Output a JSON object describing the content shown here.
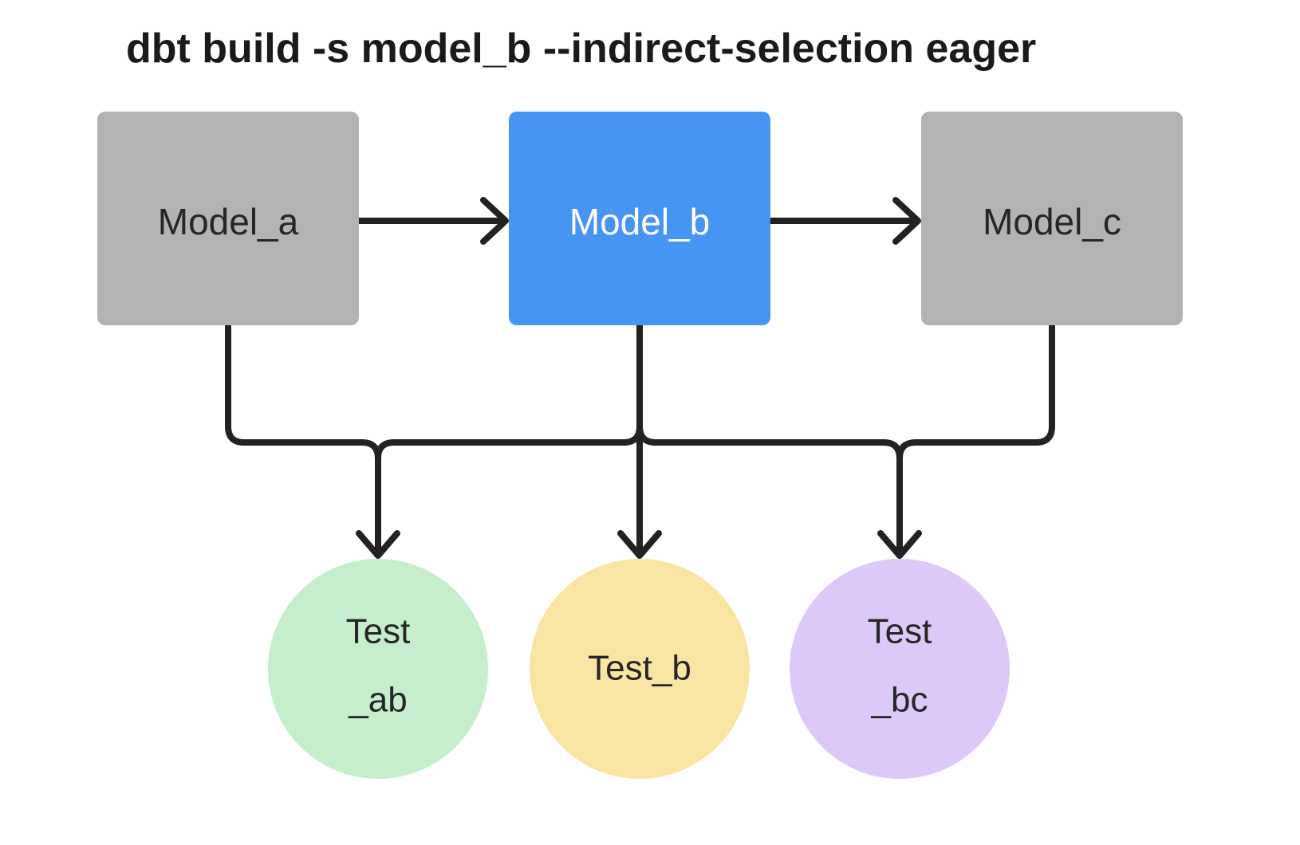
{
  "title": "dbt build -s model_b --indirect-selection eager",
  "nodes": {
    "model_a": {
      "label": "Model_a",
      "type": "model",
      "selected": false
    },
    "model_b": {
      "label": "Model_b",
      "type": "model",
      "selected": true
    },
    "model_c": {
      "label": "Model_c",
      "type": "model",
      "selected": false
    },
    "test_ab": {
      "label": [
        "Test",
        "_ab"
      ],
      "type": "test"
    },
    "test_b": {
      "label": "Test_b",
      "type": "test"
    },
    "test_bc": {
      "label": [
        "Test",
        "_bc"
      ],
      "type": "test"
    }
  },
  "edges": [
    {
      "from": "model_a",
      "to": "model_b"
    },
    {
      "from": "model_b",
      "to": "model_c"
    },
    {
      "from": "model_a",
      "to": "test_ab"
    },
    {
      "from": "model_b",
      "to": "test_ab"
    },
    {
      "from": "model_b",
      "to": "test_b"
    },
    {
      "from": "model_b",
      "to": "test_bc"
    },
    {
      "from": "model_c",
      "to": "test_bc"
    }
  ],
  "colors": {
    "background": "#ffffff",
    "connector": "#222222",
    "title_color": "#1a1a1a",
    "node_gray": "#b3b3b3",
    "node_blue": "#4695f2",
    "circle_green": "#c6edcc",
    "circle_yellow": "#f8e5a4",
    "circle_purple": "#ddc9f7",
    "text_dark": "#262626",
    "text_light": "#ffffff"
  }
}
